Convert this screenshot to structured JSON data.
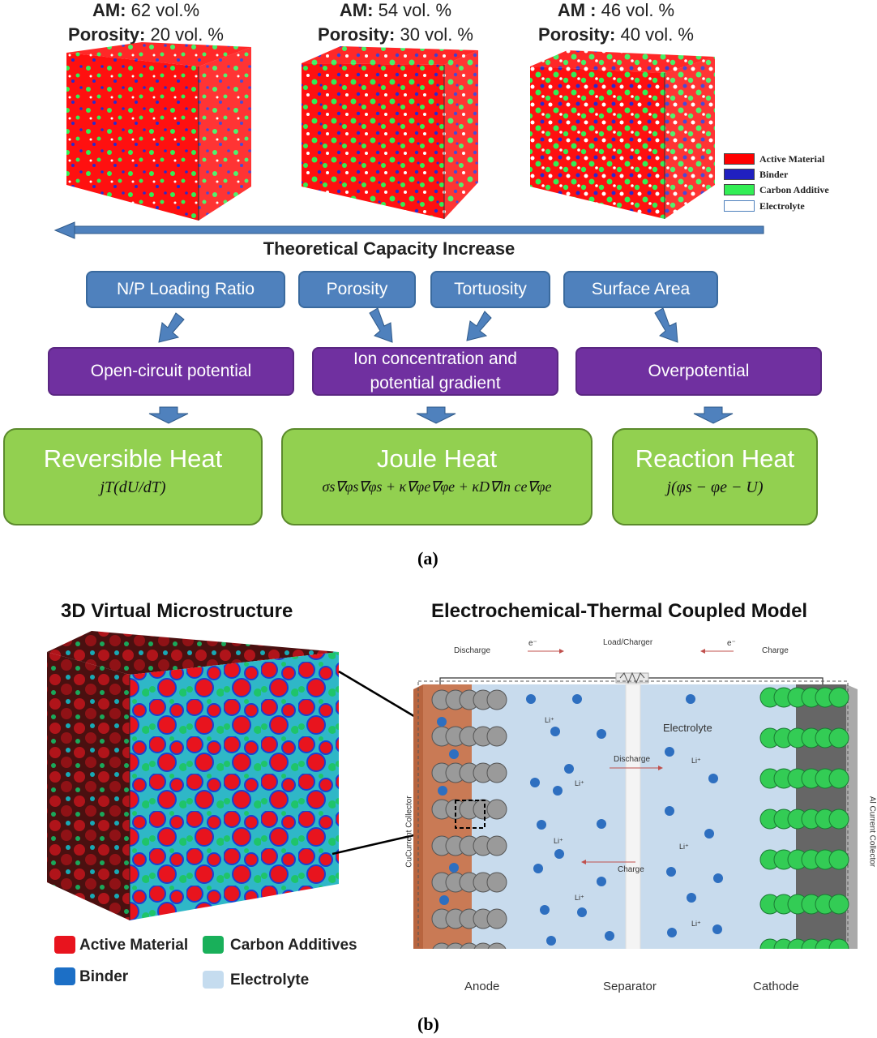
{
  "panel_a": {
    "cubes": [
      {
        "am_label": "AM:",
        "am_value": " 62 vol.%",
        "por_label": "Porosity:",
        "por_value": " 20 vol. %"
      },
      {
        "am_label": "AM:",
        "am_value": " 54 vol. %",
        "por_label": "Porosity:",
        "por_value": " 30 vol. %"
      },
      {
        "am_label": "AM :",
        "am_value": " 46 vol. %",
        "por_label": "Porosity:",
        "por_value": " 40 vol. %"
      }
    ],
    "legend": [
      {
        "label": "Active Material",
        "color": "#ff0000"
      },
      {
        "label": "Binder",
        "color": "#2020c0"
      },
      {
        "label": "Carbon Additive",
        "color": "#33ee55"
      },
      {
        "label": "Electrolyte",
        "color": "#ffffff"
      }
    ],
    "arrow_label": "Theoretical Capacity Increase",
    "factors": [
      "N/P Loading Ratio",
      "Porosity",
      "Tortuosity",
      "Surface Area"
    ],
    "effects": [
      "Open-circuit potential",
      "Ion concentration and potential gradient",
      "Overpotential"
    ],
    "heats": [
      {
        "title": "Reversible Heat",
        "equation": "jT(dU/dT)"
      },
      {
        "title": "Joule Heat",
        "equation": "σs∇φs∇φs + κ∇φe∇φe + κD∇ln ce∇φe"
      },
      {
        "title": "Reaction Heat",
        "equation": "j(φs − φe − U)"
      }
    ],
    "label": "(a)"
  },
  "panel_b": {
    "left_title": "3D Virtual Microstructure",
    "right_title": "Electrochemical-Thermal Coupled Model",
    "legend": [
      {
        "label": "Active Material",
        "color": "#e8141e"
      },
      {
        "label": "Carbon Additives",
        "color": "#19b05a"
      },
      {
        "label": "Binder",
        "color": "#1c6fc6"
      },
      {
        "label": "Electrolyte",
        "color": "#c5dcef"
      }
    ],
    "model": {
      "discharge_top": "Discharge",
      "e_left": "e⁻",
      "load": "Load/Charger",
      "e_right": "e⁻",
      "charge_top": "Charge",
      "electrolyte": "Electrolyte",
      "discharge_mid": "Discharge",
      "charge_mid": "Charge",
      "li": "Li⁺",
      "cu_collector": "CuCurrent Collector",
      "al_collector": "Al Current Collector",
      "anode": "Anode",
      "separator": "Separator",
      "cathode": "Cathode"
    },
    "label": "(b)"
  }
}
